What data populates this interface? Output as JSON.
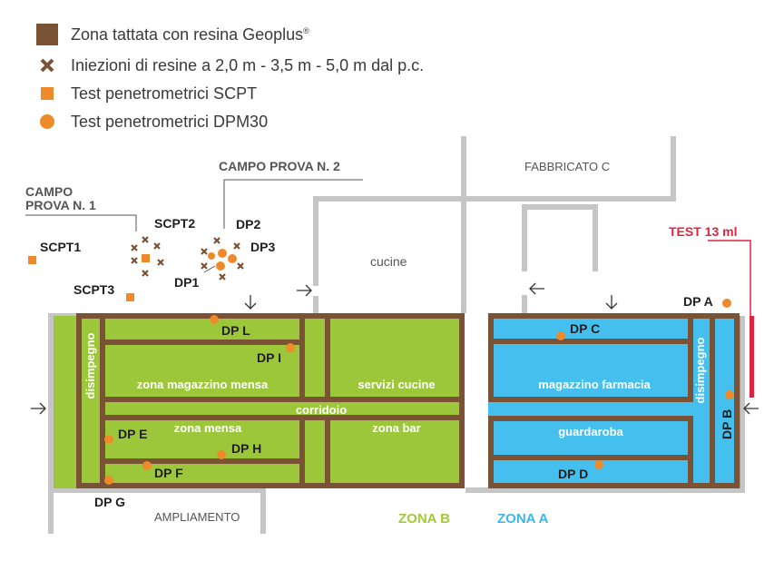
{
  "legend": {
    "zona": "Zona tattata con resina Geoplus",
    "zona_mark": "®",
    "iniezioni": "Iniezioni di resine a 2,0 m - 3,5 m - 5,0 m dal p.c.",
    "scpt": "Test penetrometrici SCPT",
    "dpm30": "Test penetrometrici DPM30"
  },
  "labels": {
    "campo1_line1": "CAMPO",
    "campo1_line2": "PROVA N. 1",
    "campo2": "CAMPO PROVA N. 2",
    "fabbricato": "FABBRICATO C",
    "cucine": "cucine",
    "test13": "TEST 13 ml",
    "ampliamento": "AMPLIAMENTO",
    "zona_b": "ZONA B",
    "zona_a": "ZONA A"
  },
  "tests": {
    "scpt1": "SCPT1",
    "scpt2": "SCPT2",
    "scpt3": "SCPT3",
    "dp1": "DP1",
    "dp2": "DP2",
    "dp3": "DP3",
    "dpA": "DP A",
    "dpB": "DP B",
    "dpC": "DP C",
    "dpD": "DP D",
    "dpE": "DP E",
    "dpF": "DP F",
    "dpG": "DP G",
    "dpH": "DP H",
    "dpI": "DP I",
    "dpL": "DP L"
  },
  "rooms": {
    "disimpegno_b": "disimpegno",
    "zona_magazzino_mensa": "zona magazzino mensa",
    "servizi_cucine": "servizi cucine",
    "corridoio": "corridoio",
    "zona_mensa": "zona mensa",
    "zona_bar": "zona bar",
    "magazzino_farmacia": "magazzino farmacia",
    "disimpegno_a": "disimpegno",
    "guardaroba": "guardaroba"
  },
  "colors": {
    "resin": "#7a5236",
    "marker": "#ef8a2a",
    "zone_b": "#9dc73a",
    "zone_a": "#45c0ee",
    "wall": "#c6c6c6",
    "test_line": "#e0233f",
    "text": "#222222",
    "zone_b_label": "#a2c93a",
    "zone_a_label": "#3eb7e8"
  }
}
